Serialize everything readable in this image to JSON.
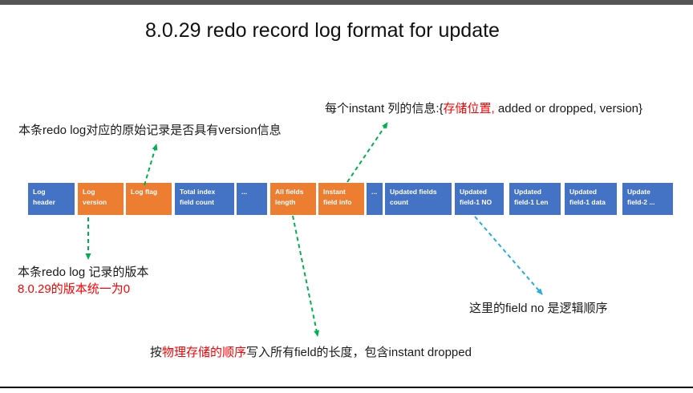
{
  "slide": {
    "title": "8.0.29 redo record log format for update"
  },
  "colors": {
    "blue": "#4472C4",
    "orange": "#ED7D31",
    "green": "#00B050",
    "cyan": "#29ABE2",
    "red": "#FF0000",
    "topbar": "#565656"
  },
  "diagram": {
    "fields": [
      {
        "label": "Log\nheader",
        "color": "blue"
      },
      {
        "label": "Log\nversion",
        "color": "orange"
      },
      {
        "label": "Log flag",
        "color": "orange"
      },
      {
        "label": "Total index\nfield count",
        "color": "blue"
      },
      {
        "label": "...",
        "color": "blue"
      },
      {
        "label": "All fields\nlength",
        "color": "orange"
      },
      {
        "label": "Instant\nfield info",
        "color": "orange"
      },
      {
        "label": "...",
        "color": "blue"
      },
      {
        "label": "Updated fields\ncount",
        "color": "blue"
      },
      {
        "label": "Updated\nfield-1 NO",
        "color": "blue"
      },
      {
        "label": "Updated\nfield-1 Len",
        "color": "blue"
      },
      {
        "label": "Updated\nfield-1 data",
        "color": "blue"
      },
      {
        "label": "Update\nfield-2 ...",
        "color": "blue"
      }
    ]
  },
  "annotations": {
    "version_info": {
      "text": "本条redo log对应的原始记录是否具有version信息"
    },
    "instant_info": {
      "prefix": "每个instant 列的信息:{",
      "highlight": "存储位置,",
      "suffix": " added or dropped, version}"
    },
    "log_version": {
      "line1": "本条redo log 记录的版本",
      "line2": "8.0.29的版本统一为0"
    },
    "field_no": {
      "text": "这里的field no 是逻辑顺序"
    },
    "all_fields": {
      "prefix": "按",
      "highlight": "物理存储的顺序",
      "suffix": "写入所有field的长度，包含instant dropped"
    }
  }
}
